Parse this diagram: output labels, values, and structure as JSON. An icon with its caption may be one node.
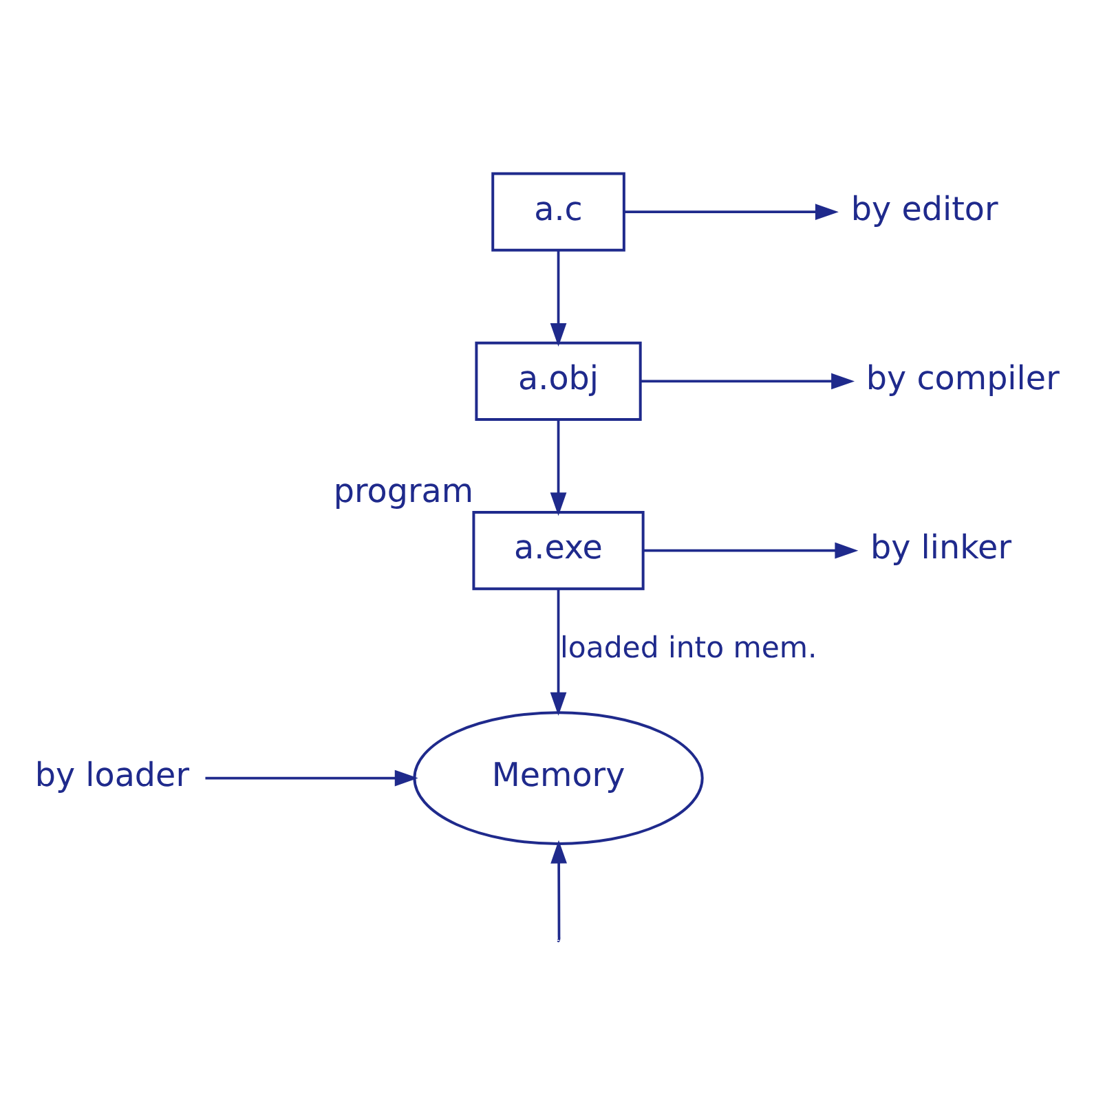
{
  "diagram": {
    "nodes": [
      {
        "text": [
          "a.c"
        ]
      },
      {
        "text": [
          "by editor"
        ]
      },
      {
        "text": [
          "a.obj"
        ]
      },
      {
        "text": [
          "by compiler"
        ]
      },
      {
        "text": [
          "a.exe"
        ],
        "beside": [
          "program"
        ]
      },
      {
        "text": [
          "by linker"
        ]
      },
      {
        "text": [
          "Memory"
        ]
      },
      {
        "text": [
          "by loader"
        ]
      }
    ],
    "edges": [
      {
        "from": 0,
        "to": 1,
        "arrow": "to"
      },
      {
        "from": 0,
        "to": 2,
        "arrow": "to"
      },
      {
        "from": 2,
        "to": 3,
        "arrow": "to"
      },
      {
        "from": 2,
        "to": 4,
        "arrow": "to"
      },
      {
        "from": 4,
        "to": 5,
        "arrow": "to"
      },
      {
        "from": 4,
        "to": 6,
        "arrow": "to",
        "label": "loaded into mem."
      },
      {
        "from": 7,
        "to": 6,
        "arrow": "to"
      },
      {
        "from": null,
        "to": 6,
        "arrow": "to"
      }
    ]
  }
}
